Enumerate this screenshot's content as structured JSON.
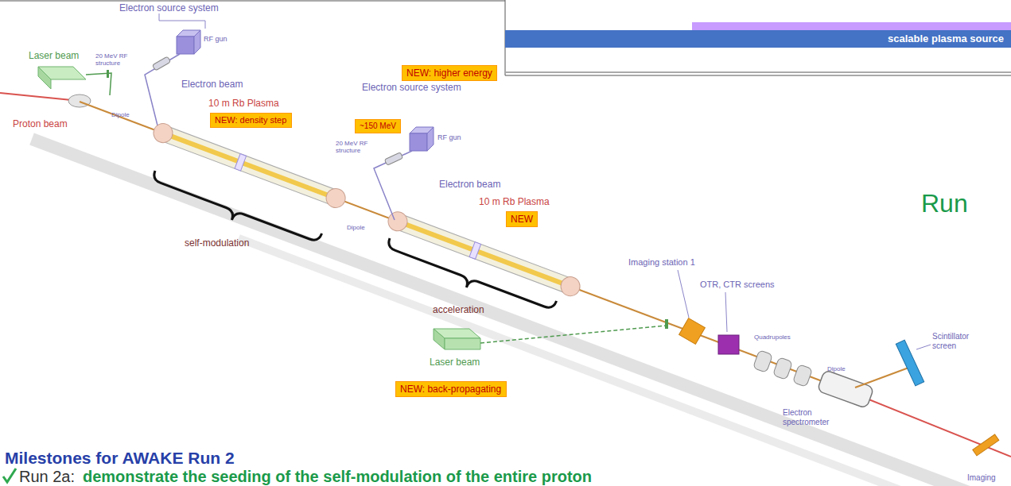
{
  "diagram": {
    "title": "Milestones for AWAKE Run 2",
    "nodes": [
      {
        "text": [
          "scalable plasma source"
        ]
      },
      {
        "text": [
          "NEW: higher energy"
        ]
      },
      {
        "text": [
          "NEW: density step"
        ]
      },
      {
        "text": [
          "~150 MeV"
        ]
      },
      {
        "text": [
          "NEW"
        ]
      },
      {
        "text": [
          "NEW: back-propagating"
        ]
      }
    ],
    "labels": [
      "Electron source system",
      "Laser beam",
      "RF gun",
      "20 MeV RF structure",
      "Electron beam",
      "Dipole",
      "Proton beam",
      "10 m Rb Plasma",
      "Electron source system",
      "RF gun",
      "20 MeV RF structure",
      "Dipole",
      "Electron beam",
      "10 m Rb Plasma",
      "Run",
      "self-modulation",
      "acceleration",
      "Imaging station 1",
      "OTR, CTR screens",
      "Quadrupoles",
      "Dipole",
      "Scintillator screen",
      "Electron spectrometer",
      "Laser beam",
      "Imaging",
      "Run 2a:",
      "demonstrate the seeding of the self-modulation of the entire proton"
    ]
  }
}
